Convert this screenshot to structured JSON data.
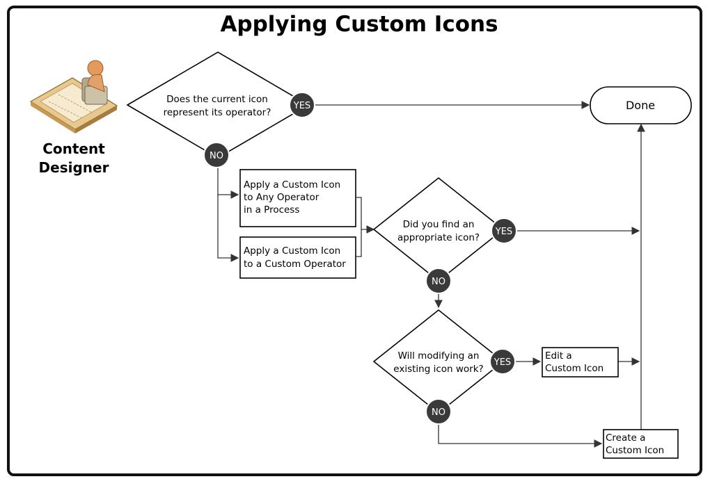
{
  "title": "Applying Custom Icons",
  "role": {
    "line1": "Content",
    "line2": "Designer",
    "icon": "content-designer-icon"
  },
  "decisions": {
    "current_icon": {
      "line1": "Does the current icon",
      "line2": "represent its operator?"
    },
    "found_icon": {
      "line1": "Did you find an",
      "line2": "appropriate icon?"
    },
    "modify_icon": {
      "line1": "Will modifying an",
      "line2": "existing icon work?"
    }
  },
  "badges": {
    "yes": "YES",
    "no": "NO"
  },
  "boxes": {
    "any_operator": {
      "line1": "Apply a Custom Icon",
      "line2": "to Any Operator",
      "line3": "in a Process"
    },
    "custom_operator": {
      "line1": "Apply a Custom Icon",
      "line2": "to a Custom Operator"
    },
    "edit_icon": {
      "line1": "Edit a",
      "line2": "Custom Icon"
    },
    "create_icon": {
      "line1": "Create a",
      "line2": "Custom Icon"
    }
  },
  "terminal": {
    "done": "Done"
  },
  "colors": {
    "badge": "#3a3a3a",
    "stroke": "#000000",
    "arrow": "#333333"
  }
}
